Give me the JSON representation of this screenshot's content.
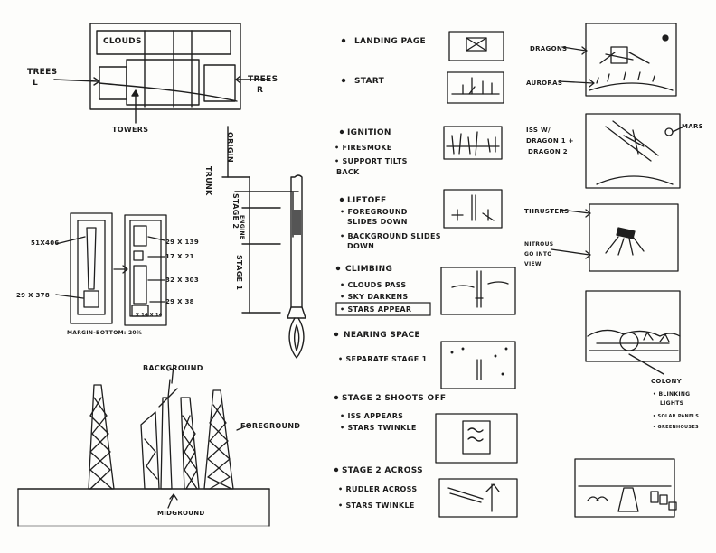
{
  "left_notes": {
    "clouds": "CLOUDS",
    "trees_left": "TREES",
    "trees_left_tag": "L",
    "trees_right": "TREES",
    "trees_right_tag": "R",
    "towers": "TOWERS",
    "rocket_origin": "ORIGIN",
    "rocket_stage2": "STAGE 2",
    "rocket_stage1": "STAGE 1",
    "rocket_trunk": "TRUNK",
    "rocket_engine": "ENGINE",
    "dim_left_top": "51X406",
    "dim_left_bottom": "29 X 378",
    "dim_right_1": "29 X 139",
    "dim_right_2": "17 X 21",
    "dim_right_3": "32 X 303",
    "dim_right_4": "29 X 38",
    "dim_right_5": "X 14 X 14",
    "margin_note": "MARGIN-BOTTOM: 20%",
    "background": "BACKGROUND",
    "foreground": "FOREGROUND",
    "midground": "MIDGROUND"
  },
  "storyboard": [
    {
      "title": "LANDING PAGE",
      "subs": []
    },
    {
      "title": "START",
      "subs": []
    },
    {
      "title": "IGNITION",
      "subs": [
        "FIRESMOKE",
        "SUPPORT TILTS",
        "BACK"
      ]
    },
    {
      "title": "LIFTOFF",
      "subs": [
        "FOREGROUND",
        "SLIDES DOWN",
        "BACKGROUND SLIDES",
        "DOWN"
      ]
    },
    {
      "title": "CLIMBING",
      "subs": [
        "CLOUDS PASS",
        "SKY DARKENS",
        "STARS APPEAR"
      ]
    },
    {
      "title": "NEARING SPACE",
      "subs": [
        "SEPARATE STAGE 1"
      ]
    },
    {
      "title": "STAGE 2 SHOOTS OFF",
      "subs": [
        "ISS APPEARS",
        "STARS TWINKLE"
      ]
    },
    {
      "title": "STAGE 2 ACROSS",
      "subs": [
        "RUDLER ACROSS",
        "STARS TWINKLE"
      ]
    }
  ],
  "right_notes": {
    "dragons": "DRAGONS",
    "auroras": "AURORAS",
    "iss_note_1": "ISS W/",
    "iss_note_2": "DRAGON 1 +",
    "iss_note_3": "DRAGON 2",
    "mars": "MARS",
    "thrusters": "THRUSTERS",
    "nitrous_1": "NITROUS",
    "nitrous_2": "GO INTO",
    "nitrous_3": "VIEW",
    "colony": "COLONY",
    "blinking_1": "BLINKING",
    "blinking_2": "LIGHTS",
    "solar": "SOLAR PANELS",
    "greenhouses": "GREENHOUSES"
  }
}
